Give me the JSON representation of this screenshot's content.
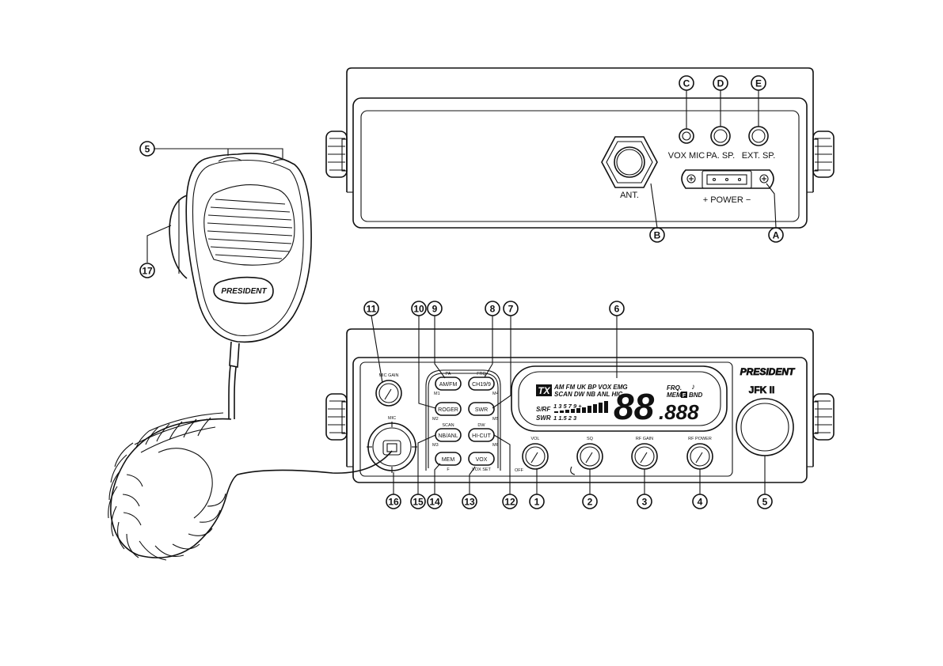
{
  "rear_panel": {
    "connectors": {
      "vox_mic": "VOX MIC",
      "pa_sp": "PA. SP.",
      "ext_sp": "EXT. SP.",
      "ant": "ANT.",
      "power": "+ POWER −"
    },
    "callouts": {
      "a": "A",
      "b": "B",
      "c": "C",
      "d": "D",
      "e": "E"
    }
  },
  "microphone": {
    "brand": "PRESIDENT",
    "callouts": {
      "c5": "5",
      "c17": "17"
    }
  },
  "front_panel": {
    "brand": "PRESIDENT",
    "model": "JFK II",
    "mic_label": "MIC",
    "mic_gain_label": "MIC GAIN",
    "buttons": {
      "am_fm": "AM/FM",
      "ch19_9": "CH19/9",
      "roger": "ROGER",
      "swr": "SWR",
      "nb_anl": "NB/ANL",
      "hi_cut": "HI-CUT",
      "mem": "MEM",
      "vox": "VOX"
    },
    "button_secondary": {
      "pa": "PA",
      "frq": "FRQ",
      "m1": "M1",
      "m2": "M2",
      "m3": "M3",
      "m4": "M4",
      "m5": "M5",
      "m6": "M6",
      "scan": "SCAN",
      "dw": "DW",
      "f": "F",
      "vox_set": "VOX SET"
    },
    "knobs": {
      "vol": "VOL",
      "off": "OFF",
      "sq": "SQ",
      "rf_gain": "RF GAIN",
      "rf_power": "RF POWER"
    },
    "lcd": {
      "tx": "TX",
      "row1": "AM FM UK BP VOX EMG",
      "row2": "SCAN DW NB ANL HIC",
      "s_rf": "S/RF",
      "swr": "SWR",
      "scale_top": "1  3  5      7    9  +",
      "scale_bottom": "1  1.5  2  3",
      "big_digits": "88",
      "freq_digits": ".888",
      "frq": "FRQ.",
      "mem": "MEM",
      "f": "F",
      "bnd": "BND"
    },
    "callouts": {
      "c1": "1",
      "c2": "2",
      "c3": "3",
      "c4": "4",
      "c5": "5",
      "c6": "6",
      "c7": "7",
      "c8": "8",
      "c9": "9",
      "c10": "10",
      "c11": "11",
      "c12": "12",
      "c13": "13",
      "c14": "14",
      "c15": "15",
      "c16": "16"
    }
  }
}
